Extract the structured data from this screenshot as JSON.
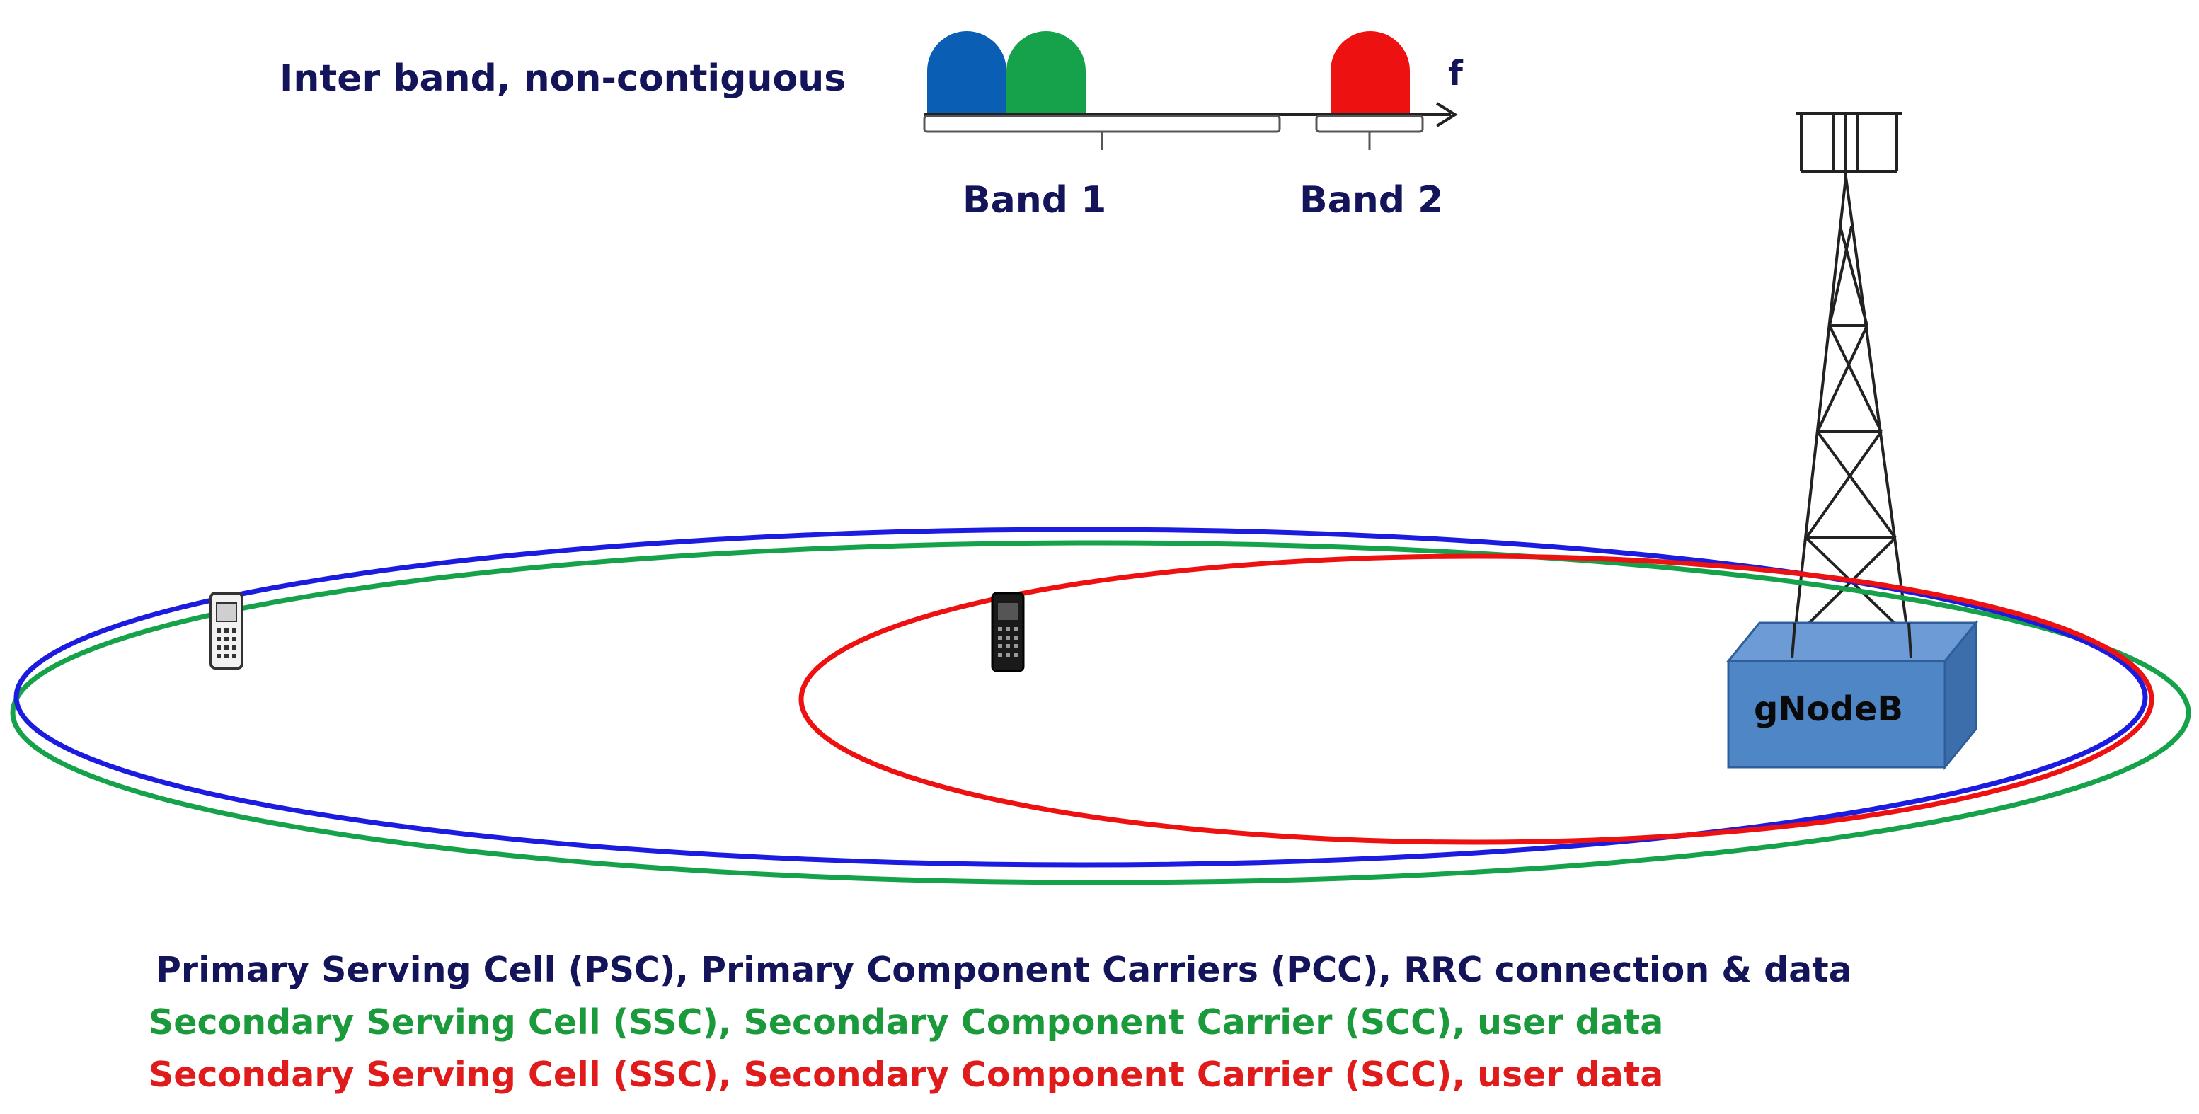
{
  "spectrum": {
    "title": "Inter band, non-contiguous",
    "axis_label": "f",
    "band1_label": "Band 1",
    "band2_label": "Band 2",
    "carrier_colors": {
      "blue": "#0a5fb4",
      "green": "#16a24a",
      "red": "#ee1111"
    }
  },
  "station": {
    "label": "gNodeB"
  },
  "legend": {
    "line1": "Primary Serving Cell (PSC), Primary Component Carriers (PCC), RRC connection & data",
    "line2": "Secondary Serving Cell (SSC), Secondary Component Carrier (SCC), user data",
    "line3": "Secondary Serving Cell (SSC), Secondary Component Carrier (SCC), user data"
  },
  "colors": {
    "title_navy": "#14145a",
    "primary": "#1c1ce0",
    "secondary_green": "#1a9a3a",
    "secondary_red": "#e01b1b",
    "box_face": "#4f86c6"
  }
}
